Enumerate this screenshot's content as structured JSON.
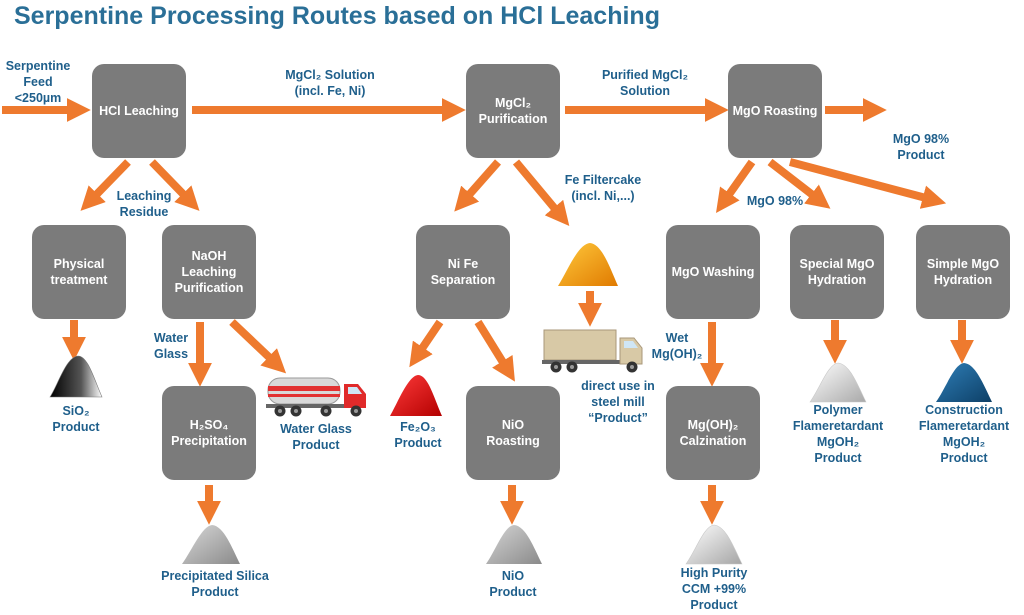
{
  "title": "Serpentine Processing Routes based on HCl Leaching",
  "boxes": {
    "hcl_leaching": "HCl Leaching",
    "mgcl2_purification": "MgCl₂\nPurification",
    "mgo_roasting": "MgO Roasting",
    "physical_treatment": "Physical\ntreatment",
    "naoh_leaching": "NaOH\nLeaching\nPurification",
    "h2so4_precipitation": "H₂SO₄\nPrecipitation",
    "nife_separation": "Ni Fe\nSeparation",
    "nio_roasting": "NiO\nRoasting",
    "mgo_washing": "MgO Washing",
    "mgoh2_calzination": "Mg(OH)₂\nCalzination",
    "special_mgo_hydration": "Special MgO\nHydration",
    "simple_mgo_hydration": "Simple MgO\nHydration"
  },
  "labels": {
    "serpentine_feed": "Serpentine\nFeed\n<250µm",
    "mgcl2_solution": "MgCl₂ Solution\n(incl. Fe, Ni)",
    "purified_mgcl2": "Purified MgCl₂\nSolution",
    "mgo98_product": "MgO 98%\nProduct",
    "leaching_residue": "Leaching\nResidue",
    "fe_filtercake": "Fe Filtercake\n(incl. Ni,...)",
    "mgo98_mid": "MgO 98%",
    "water_glass": "Water\nGlass",
    "wet_mgoh2": "Wet\nMg(OH)₂",
    "direct_use": "direct use in\nsteel mill\n“Product”",
    "sio2_product": "SiO₂\nProduct",
    "water_glass_product": "Water Glass\nProduct",
    "fe2o3_product": "Fe₂O₃\nProduct",
    "polymer_product": "Polymer\nFlameretardant\nMgOH₂\nProduct",
    "construction_product": "Construction\nFlameretardant\nMgOH₂\nProduct",
    "precipitated_silica": "Precipitated Silica\nProduct",
    "nio_product": "NiO\nProduct",
    "high_purity": "High Purity\nCCM +99%\nProduct"
  },
  "colors": {
    "arrow": "#ee7a2e",
    "box": "#7b7b7b",
    "label": "#1f5f8b",
    "title": "#2a6f97"
  },
  "icons": {
    "products": "powder-pile-icon",
    "transport": "truck-icon"
  }
}
